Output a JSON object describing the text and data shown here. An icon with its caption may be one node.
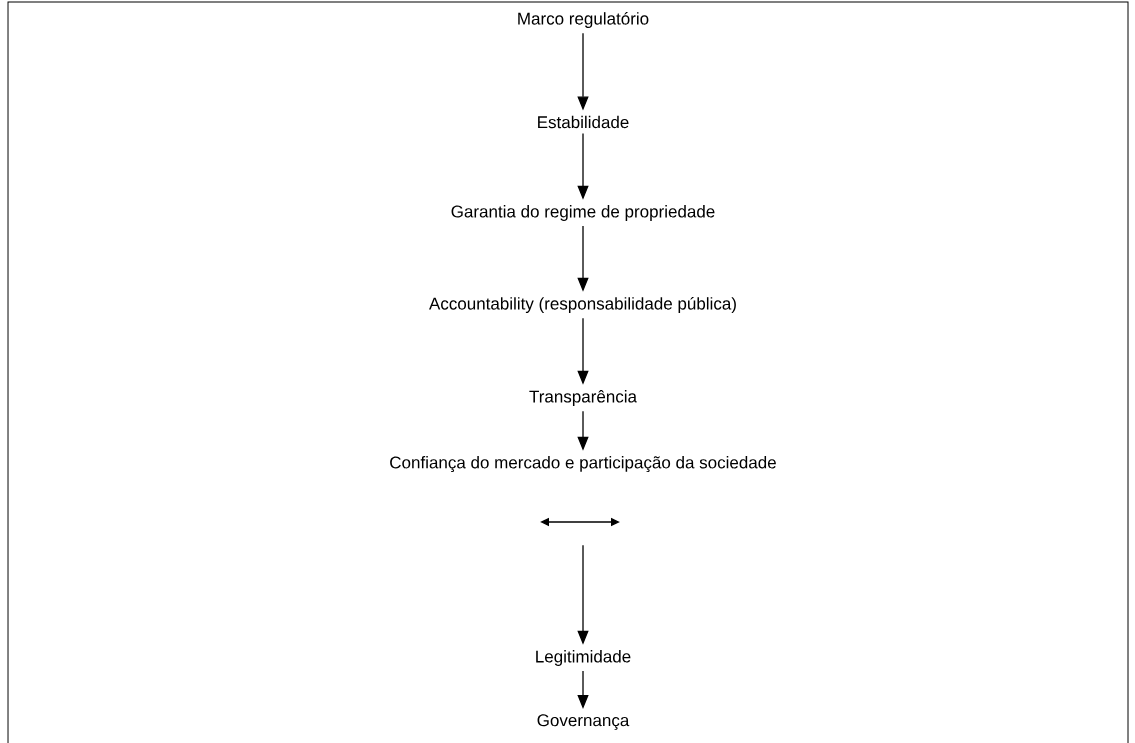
{
  "diagram": {
    "nodes": [
      {
        "text": [
          "Marco regulatório"
        ]
      },
      {
        "text": [
          "Estabilidade"
        ]
      },
      {
        "text": [
          "Garantia do regime de propriedade"
        ]
      },
      {
        "text": [
          "Accountability (responsabilidade pública)"
        ]
      },
      {
        "text": [
          "Transparência"
        ]
      },
      {
        "text": [
          "Confiança do mercado e participação da sociedade"
        ]
      },
      {
        "text": [
          "Legitimidade"
        ]
      },
      {
        "text": [
          "Governança"
        ]
      }
    ],
    "edges": [
      {
        "from": 0,
        "to": 1,
        "arrow": "to"
      },
      {
        "from": 1,
        "to": 2,
        "arrow": "to"
      },
      {
        "from": 2,
        "to": 3,
        "arrow": "to"
      },
      {
        "from": 3,
        "to": 4,
        "arrow": "to"
      },
      {
        "from": 4,
        "to": 5,
        "arrow": "to"
      },
      {
        "from": 5,
        "to": 6,
        "arrow": "to"
      },
      {
        "from": 6,
        "to": 7,
        "arrow": "to"
      }
    ]
  }
}
